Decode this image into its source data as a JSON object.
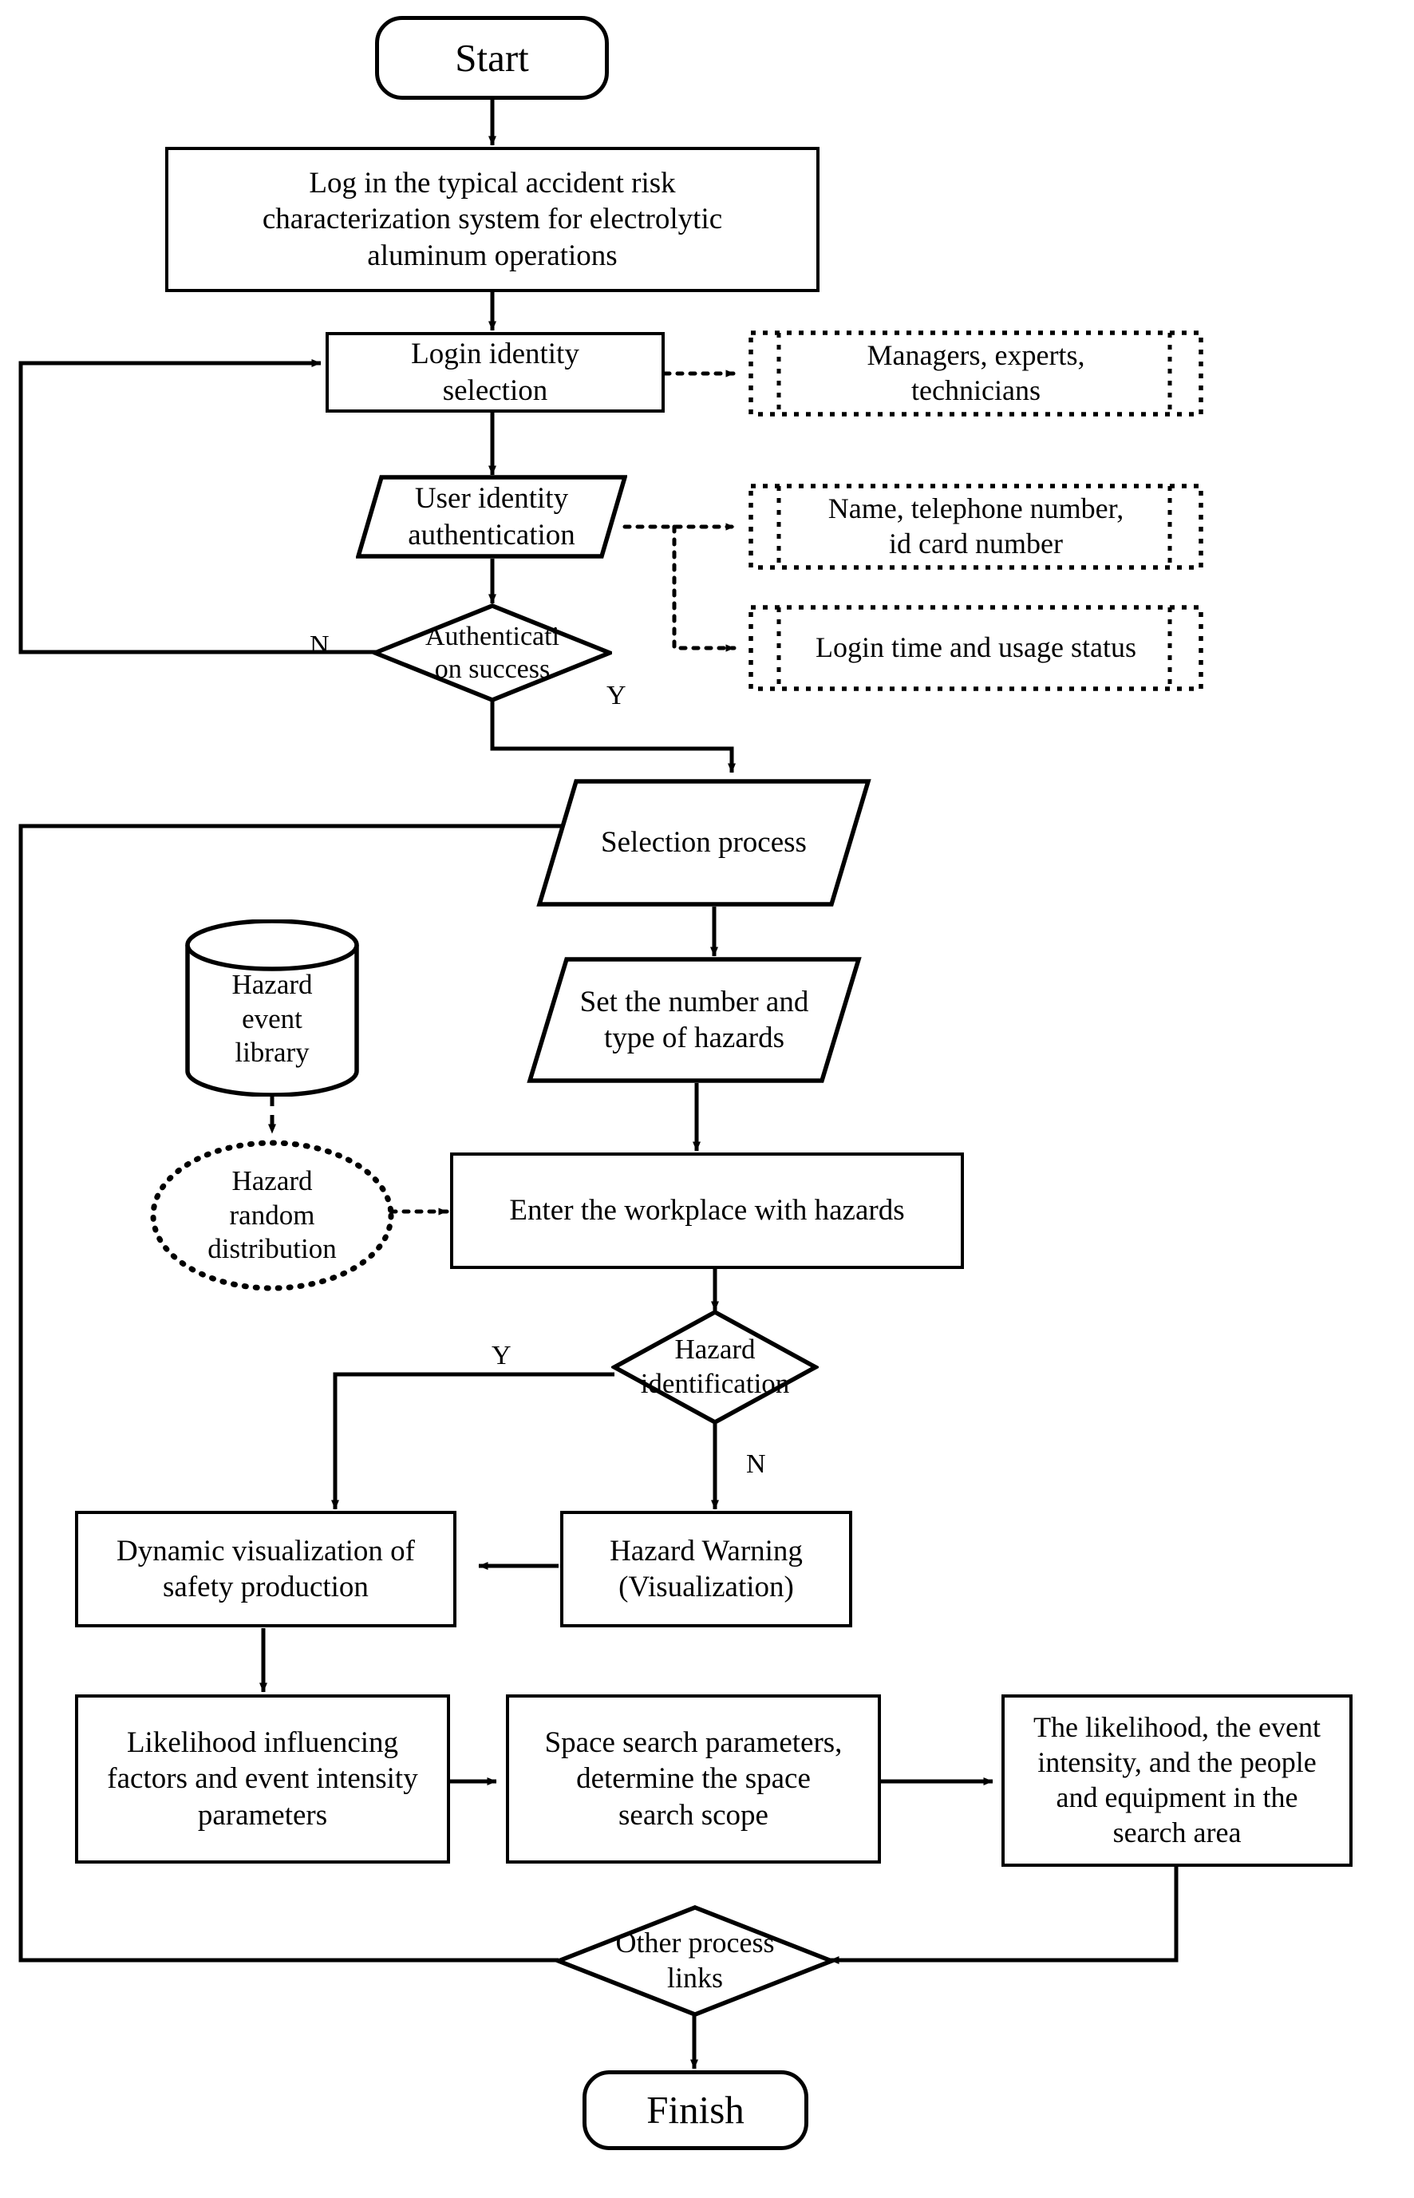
{
  "diagram": {
    "title_nodes": {
      "start": "Start",
      "finish": "Finish"
    },
    "nodes": [
      {
        "id": "start",
        "shape": "terminator",
        "text": "Start"
      },
      {
        "id": "login_sys",
        "shape": "process",
        "text": "Log in the typical accident risk characterization system for electrolytic aluminum operations"
      },
      {
        "id": "identity",
        "shape": "process",
        "text": "Login identity selection"
      },
      {
        "id": "auth",
        "shape": "parallelogram",
        "text": "User identity authentication"
      },
      {
        "id": "auth_ok",
        "shape": "decision",
        "text": "Authenticati on success"
      },
      {
        "id": "sel_proc",
        "shape": "parallelogram",
        "text": "Selection process"
      },
      {
        "id": "set_num",
        "shape": "parallelogram",
        "text": "Set the number and type of hazards"
      },
      {
        "id": "library",
        "shape": "cylinder",
        "text": "Hazard event library"
      },
      {
        "id": "random",
        "shape": "ellipse-dotted",
        "text": "Hazard random distribution"
      },
      {
        "id": "enter_wp",
        "shape": "process",
        "text": "Enter the workplace with hazards"
      },
      {
        "id": "hazard_id",
        "shape": "decision",
        "text": "Hazard identification"
      },
      {
        "id": "warning",
        "shape": "process",
        "text": "Hazard Warning (Visualization)"
      },
      {
        "id": "dynamic",
        "shape": "process",
        "text": "Dynamic visualization of safety production"
      },
      {
        "id": "likelihood",
        "shape": "process",
        "text": "Likelihood influencing factors and event intensity parameters"
      },
      {
        "id": "space",
        "shape": "process",
        "text": "Space search parameters, determine the space search scope"
      },
      {
        "id": "people",
        "shape": "process",
        "text": "The likelihood, the event intensity, and the people and equipment in the search area"
      },
      {
        "id": "other",
        "shape": "decision",
        "text": "Other process links"
      },
      {
        "id": "finish",
        "shape": "terminator",
        "text": "Finish"
      }
    ],
    "notes": [
      {
        "id": "note_roles",
        "text": "Managers, experts, technicians"
      },
      {
        "id": "note_fields",
        "text": "Name, telephone number, id card number"
      },
      {
        "id": "note_login",
        "text": "Login time and usage status"
      }
    ],
    "edge_labels": {
      "auth_no": "N",
      "auth_yes": "Y",
      "hazard_yes": "Y",
      "hazard_no": "N"
    },
    "text": {
      "start": "Start",
      "login_sys_l1": "Log in the typical accident risk",
      "login_sys_l2": "characterization system for electrolytic",
      "login_sys_l3": "aluminum operations",
      "identity_l1": "Login identity",
      "identity_l2": "selection",
      "auth_l1": "User identity",
      "auth_l2": "authentication",
      "auth_ok_l1": "Authenticati",
      "auth_ok_l2": "on success",
      "note_roles_l1": "Managers, experts,",
      "note_roles_l2": "technicians",
      "note_fields_l1": "Name, telephone number,",
      "note_fields_l2": "id card number",
      "note_login_l1": "Login time and usage status",
      "sel_proc": "Selection process",
      "set_num_l1": "Set the number and",
      "set_num_l2": "type of hazards",
      "library_l1": "Hazard",
      "library_l2": "event",
      "library_l3": "library",
      "random_l1": "Hazard",
      "random_l2": "random",
      "random_l3": "distribution",
      "enter_wp": "Enter the workplace with hazards",
      "hazard_id_l1": "Hazard",
      "hazard_id_l2": "identification",
      "warning_l1": "Hazard Warning",
      "warning_l2": "(Visualization)",
      "dynamic_l1": "Dynamic visualization of",
      "dynamic_l2": "safety production",
      "likelihood_l1": "Likelihood influencing",
      "likelihood_l2": "factors and event intensity",
      "likelihood_l3": "parameters",
      "space_l1": "Space search parameters,",
      "space_l2": "determine the space",
      "space_l3": "search scope",
      "people_l1": "The likelihood, the event",
      "people_l2": "intensity, and the people",
      "people_l3": "and equipment in the",
      "people_l4": "search area",
      "other_l1": "Other process",
      "other_l2": "links",
      "finish": "Finish",
      "lbl_n1": "N",
      "lbl_y1": "Y",
      "lbl_y2": "Y",
      "lbl_n2": "N"
    },
    "colors": {
      "stroke": "#000000",
      "fill": "#ffffff"
    }
  }
}
